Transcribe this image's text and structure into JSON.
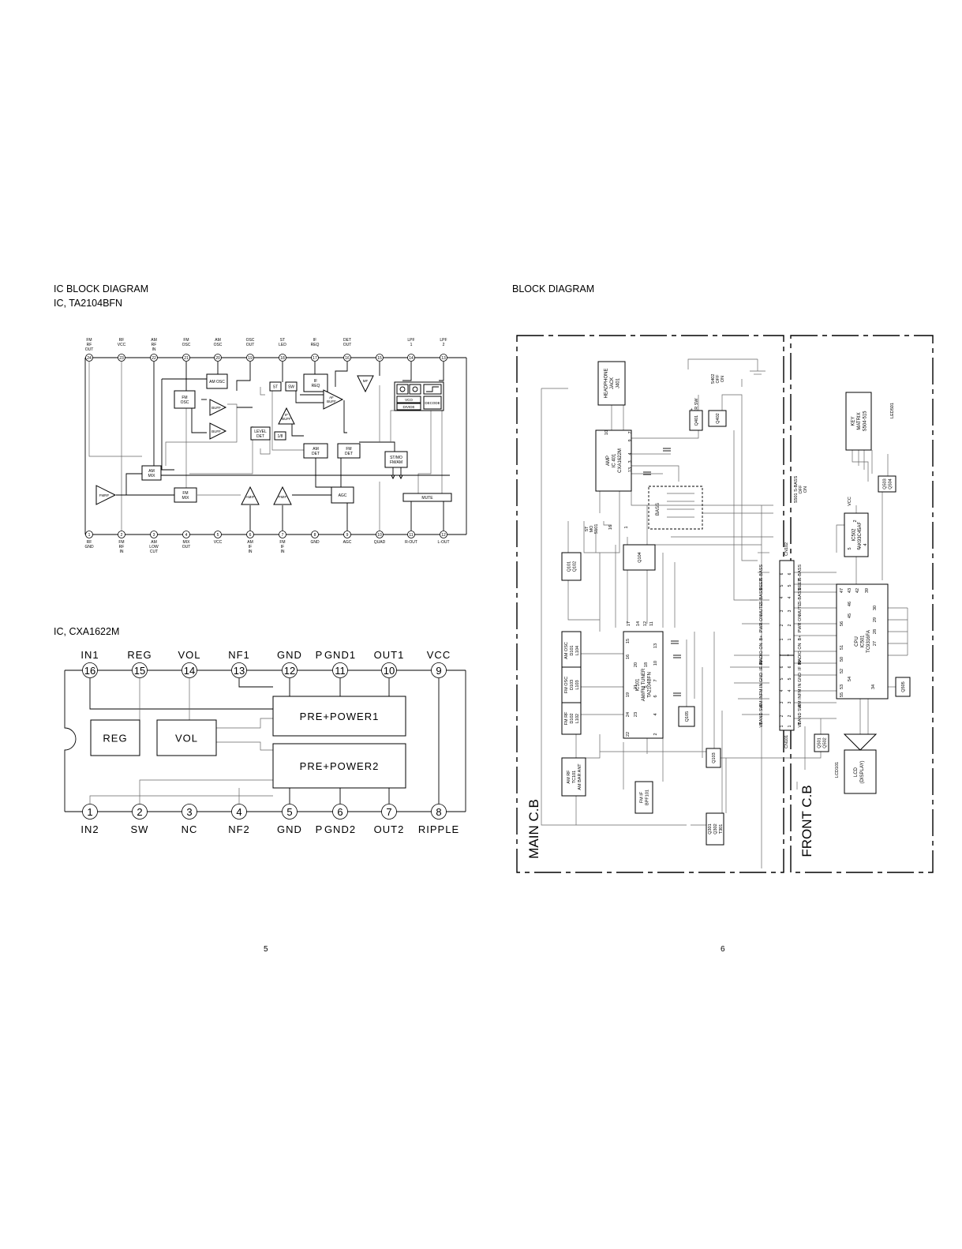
{
  "left": {
    "heading": "IC BLOCK DIAGRAM",
    "ic1_title": "IC, TA2104BFN",
    "ic2_title": "IC, CXA1622M",
    "page_number": "5"
  },
  "right": {
    "heading": "BLOCK DIAGRAM",
    "page_number": "6",
    "main_cb": "MAIN C.B",
    "front_cb": "FRONT C.B"
  },
  "ta2104": {
    "top_pins": [
      {
        "num": "24",
        "label": "FM RF OUT"
      },
      {
        "num": "23",
        "label": "RF VCC"
      },
      {
        "num": "22",
        "label": "AM RF IN"
      },
      {
        "num": "21",
        "label": "FM OSC"
      },
      {
        "num": "20",
        "label": "AM OSC"
      },
      {
        "num": "19",
        "label": "OSC OUT"
      },
      {
        "num": "18",
        "label": "ST LED"
      },
      {
        "num": "17",
        "label": "IF REQ"
      },
      {
        "num": "16",
        "label": "DET OUT"
      },
      {
        "num": "15",
        "label": ""
      },
      {
        "num": "14",
        "label": "LPF 1"
      },
      {
        "num": "13",
        "label": "LPF 2"
      }
    ],
    "bottom_pins": [
      {
        "num": "1",
        "label": "RF GND"
      },
      {
        "num": "2",
        "label": "FM RF IN"
      },
      {
        "num": "3",
        "label": "AM LOW CUT"
      },
      {
        "num": "4",
        "label": "MIX OUT"
      },
      {
        "num": "5",
        "label": "VCC"
      },
      {
        "num": "6",
        "label": "AM IF IN"
      },
      {
        "num": "7",
        "label": "FM IF IN"
      },
      {
        "num": "8",
        "label": "GND"
      },
      {
        "num": "9",
        "label": "AGC"
      },
      {
        "num": "10",
        "label": "QUAD"
      },
      {
        "num": "11",
        "label": "R-OUT"
      },
      {
        "num": "12",
        "label": "L-OUT"
      }
    ],
    "blocks": {
      "am_osc": "AM OSC",
      "fm_osc": "FM OSC",
      "buff": "BUFF",
      "st": "ST",
      "sw": "SW",
      "if_req": "IF REQ",
      "af_buff": "AF BUFF",
      "mf": "MF",
      "if_buff": "IF BUFF",
      "level_det": "LEVEL DET",
      "one_eighth": "1/8",
      "am_det": "AM DET",
      "fm_det": "FM DET",
      "vco": "VCO",
      "divide": "DIVIDE",
      "decode": "DECODE",
      "st_mo": "ST/MO",
      "fm_am": "FM/AM",
      "am_mix": "AM MIX",
      "fm_mix": "FM MIX",
      "fmrf": "FMRF",
      "amif": "AMIF",
      "fmif": "FMIF",
      "agc": "AGC",
      "mute": "MUTE"
    }
  },
  "cxa1622": {
    "top_pins": [
      {
        "num": "16",
        "label": "IN1"
      },
      {
        "num": "15",
        "label": "REG"
      },
      {
        "num": "14",
        "label": "VOL"
      },
      {
        "num": "13",
        "label": "NF1"
      },
      {
        "num": "12",
        "label": "GND"
      },
      {
        "num": "11",
        "label": "GND1"
      },
      {
        "num": "10",
        "label": "OUT1"
      },
      {
        "num": "9",
        "label": "VCC"
      }
    ],
    "bottom_pins": [
      {
        "num": "1",
        "label": "IN2"
      },
      {
        "num": "2",
        "label": "SW"
      },
      {
        "num": "3",
        "label": "NC"
      },
      {
        "num": "4",
        "label": "NF2"
      },
      {
        "num": "5",
        "label": "GND"
      },
      {
        "num": "6",
        "label": "GND2"
      },
      {
        "num": "7",
        "label": "OUT2"
      },
      {
        "num": "8",
        "label": "RIPPLE"
      }
    ],
    "p_label": "P",
    "blocks": {
      "reg": "REG",
      "vol": "VOL",
      "pp1": "PRE+POWER1",
      "pp2": "PRE+POWER2"
    }
  },
  "bd": {
    "headphone": [
      "HEADPHONE",
      "JACK",
      "J401"
    ],
    "amp": [
      "AMP",
      "IC 401",
      "CXA1622M"
    ],
    "power_sw": [
      "B+",
      "POWER SW"
    ],
    "s402": [
      "S402",
      "OFF",
      "ON"
    ],
    "q401": "Q401",
    "q402": "Q402",
    "bass": "BASS",
    "q104": "Q104",
    "q101": [
      "Q101",
      "Q102"
    ],
    "s101": [
      "ST",
      "MO",
      "S101"
    ],
    "tuner": [
      "IC101",
      "AM/FM TUNER",
      "TA2104BFN"
    ],
    "am_osc": [
      "AM OSC",
      "D101",
      "L104"
    ],
    "fm_osc": [
      "FM OSC",
      "D103",
      "L103"
    ],
    "fm_rf": [
      "FM RF",
      "D102",
      "L102"
    ],
    "am_rf": [
      "AM RF",
      "TC101",
      "AM BAR ANT"
    ],
    "fm_if": [
      "FM IF",
      "BPF101"
    ],
    "q105": "Q105",
    "q103": "Q103",
    "q301": [
      "Q301",
      "Q302",
      "T301"
    ],
    "cn102": "CN102",
    "cn101": "CN101",
    "cn102_signals": [
      "S-BASS",
      "BEEP",
      "S-BASS",
      "MUTE",
      "PWR ON",
      "B+"
    ],
    "cn101_signals": [
      "RADIO ON",
      "IF IN",
      "GND",
      "FM IN",
      "AM IN",
      "BAND SW",
      "VT"
    ],
    "key_matrix": [
      "KEY",
      "MATRIX",
      "S504-515"
    ],
    "led": "LED501",
    "q503": [
      "Q503",
      "Q504"
    ],
    "s501": [
      "S501 S-BASS",
      "OFF",
      "ON"
    ],
    "vcc": "VCC",
    "ic502": [
      "IC502",
      "AK93C45AF"
    ],
    "cpu": [
      "CPU",
      "IC501",
      "TC9316FA"
    ],
    "q505": "Q505",
    "q501": [
      "Q501",
      "Q502"
    ],
    "lcd": [
      "LCD",
      "(DISPLAY)"
    ],
    "lcd101": "LCD101"
  }
}
